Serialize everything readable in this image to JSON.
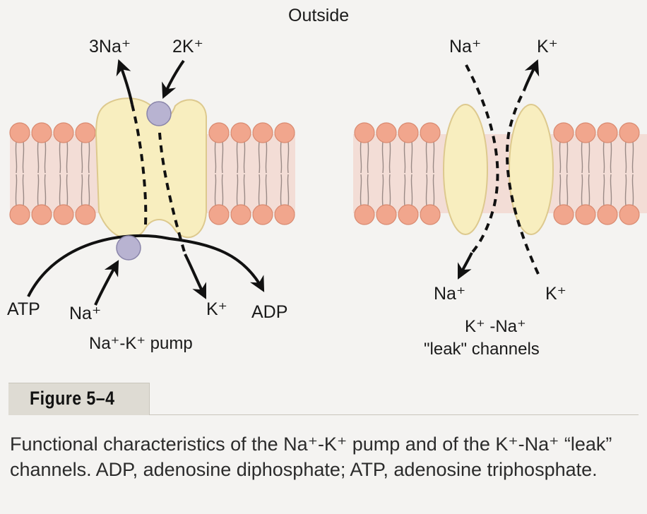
{
  "labels": {
    "outside": "Outside",
    "pump_3na": "3Na⁺",
    "pump_2k": "2K⁺",
    "pump_atp": "ATP",
    "pump_na_in": "Na⁺",
    "pump_k_in": "K⁺",
    "pump_adp": "ADP",
    "pump_name": "Na⁺-K⁺ pump",
    "leak_na_top": "Na⁺",
    "leak_k_top": "K⁺",
    "leak_na_bottom": "Na⁺",
    "leak_k_bottom": "K⁺",
    "leak_name_line1": "K⁺ -Na⁺",
    "leak_name_line2": "\"leak\" channels"
  },
  "figure": {
    "tab": "Figure 5–4",
    "caption": "Functional characteristics of the Na⁺-K⁺ pump and of the K⁺-Na⁺ “leak” channels. ADP, adenosine diphosphate; ATP, adenosine triphosphate."
  },
  "colors": {
    "background": "#f4f3f1",
    "membrane_band": "#f3ddd6",
    "phospholipid_head": "#f1a68d",
    "phospholipid_head_stroke": "#d98a70",
    "protein_fill": "#f8eebf",
    "protein_stroke": "#ddc98e",
    "ion_fill": "#b8b3d1",
    "ion_stroke": "#8a85aa",
    "arrow": "#111111"
  }
}
